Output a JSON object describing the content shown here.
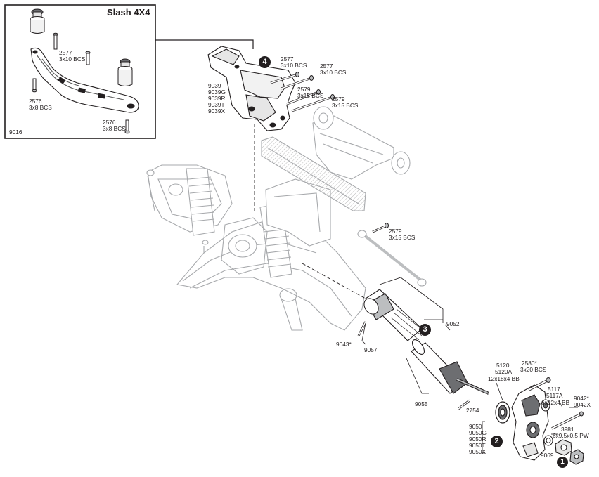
{
  "inset": {
    "title": "Slash 4X4",
    "part_number": "9016",
    "screw_top": {
      "part": "2577",
      "desc": "3x10 BCS"
    },
    "screw_left": {
      "part": "2576",
      "desc": "3x8 BCS"
    },
    "screw_right": {
      "part": "2576",
      "desc": "3x8 BCS"
    }
  },
  "steps": [
    "1",
    "2",
    "3",
    "4"
  ],
  "callouts": {
    "mount": [
      "9039",
      "9039G",
      "9039R",
      "9039T",
      "9039X"
    ],
    "screw_2577_a": {
      "part": "2577",
      "desc": "3x10 BCS"
    },
    "screw_2577_b": {
      "part": "2577",
      "desc": "3x10 BCS"
    },
    "screw_2579_a": {
      "part": "2579",
      "desc": "3x15 BCS"
    },
    "screw_2579_b": {
      "part": "2579",
      "desc": "3x15 BCS"
    },
    "screw_2579_c": {
      "part": "2579",
      "desc": "3x15 BCS"
    },
    "driveshaft_housing": "9052",
    "pin_9043": "9043*",
    "driveshaft_9057": "9057",
    "driveshaft_9055": "9055",
    "pin_2754": "2754",
    "bearing_5120": [
      "5120",
      "5120A",
      "12x18x4 BB"
    ],
    "screw_2580": {
      "part": "2580*",
      "desc": "3x20 BCS"
    },
    "bearing_5117": [
      "5117",
      "5117A",
      "6x12x4 BB"
    ],
    "pin_9042": [
      "9042*",
      "9042X"
    ],
    "washer_3981": {
      "part": "3981",
      "desc": "6x9.5x0.5 PW"
    },
    "carrier": [
      "9050",
      "9050G",
      "9050R",
      "9050T",
      "9050X"
    ],
    "nut_9069": "9069"
  },
  "icons": [
    "screw-icon",
    "bearing-icon",
    "washer-icon",
    "nut-icon",
    "pin-icon"
  ]
}
